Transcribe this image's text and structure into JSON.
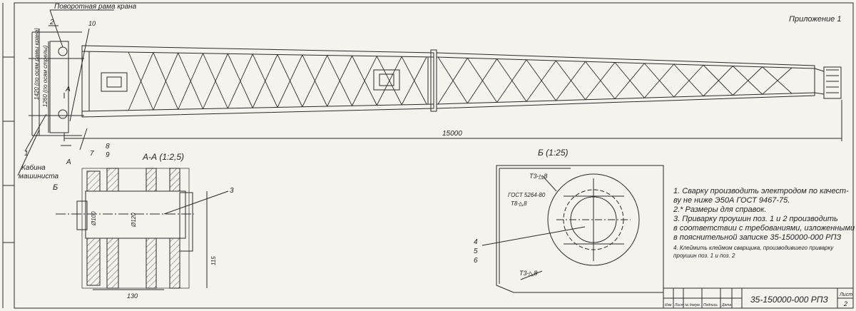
{
  "sheet": {
    "appendix": "Приложение 1",
    "callouts": {
      "frame": "Поворотная рама крана",
      "cabin_line1": "Кабина",
      "cabin_line2": "машиниста",
      "n1": "1",
      "n2": "2",
      "n3": "3",
      "n4": "4",
      "n5": "5",
      "n6": "6",
      "n7": "7",
      "n8": "8",
      "n9": "9",
      "n10": "10",
      "view_A": "A",
      "view_B": "Б"
    },
    "dims": {
      "length": "15000",
      "h1": "1420 (по осям рамы крана)",
      "h2": "1260 (по осям стрелы)",
      "d100": "Ø100",
      "d120": "Ø120",
      "d130": "130",
      "d115": "115"
    },
    "sections": {
      "aa": "А-А (1:2,5)",
      "bb": "Б (1:25)"
    },
    "welds": {
      "w1": "Т3-◺8",
      "w2": "ГОСТ 5264-80",
      "w3": "Т8-◺8",
      "w4": "Т3-◺8"
    },
    "notes": [
      "1. Сварку производить электродом по качест-",
      "ву не ниже Э50А ГОСТ 9467-75.",
      "2.* Размеры для справок.",
      "3. Приварку проушин поз. 1 и 2 производить",
      "в соответствии с требованиями, изложенными",
      "в пояснительной записке 35-150000-000 РПЗ",
      "4. Клеймить клеймом сварщика, производившего приварку",
      "проушин поз. 1 и поз. 2"
    ],
    "title_block": {
      "designation": "35-150000-000 РПЗ",
      "sheet_label": "Лист",
      "sheet_no": "2",
      "h1": "Изм",
      "h2": "Лист",
      "h3": "№ докум.",
      "h4": "Подпись",
      "h5": "Дата"
    }
  }
}
